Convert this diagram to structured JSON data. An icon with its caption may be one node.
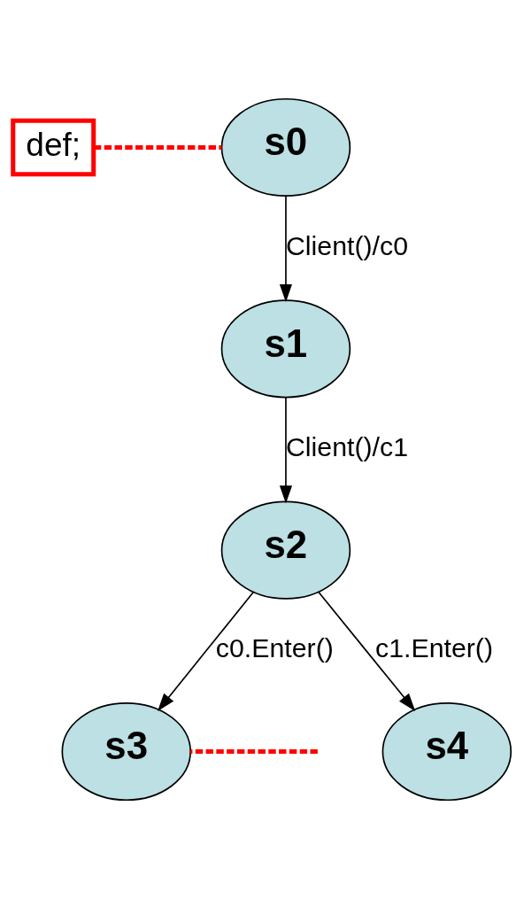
{
  "diagram": {
    "nodes": [
      {
        "text": [
          "def;"
        ]
      },
      {
        "text": [
          "s0"
        ]
      },
      {
        "text": [
          "s1"
        ]
      },
      {
        "text": [
          "s2"
        ]
      },
      {
        "text": [
          "s3"
        ]
      },
      {
        "text": [
          "s4"
        ]
      }
    ],
    "edges": [
      {
        "from": 0,
        "to": 1,
        "arrow": "none",
        "style": "dashed",
        "color": "#ff0000"
      },
      {
        "from": 1,
        "to": 2,
        "arrow": "to",
        "label": "Client()/c0"
      },
      {
        "from": 2,
        "to": 3,
        "arrow": "to",
        "label": "Client()/c1"
      },
      {
        "from": 3,
        "to": 4,
        "arrow": "to",
        "label": "c0.Enter()"
      },
      {
        "from": 3,
        "to": 5,
        "arrow": "to",
        "label": "c1.Enter()"
      },
      {
        "from": 4,
        "to": null,
        "arrow": "none",
        "style": "dashed",
        "color": "#ff0000"
      }
    ]
  }
}
